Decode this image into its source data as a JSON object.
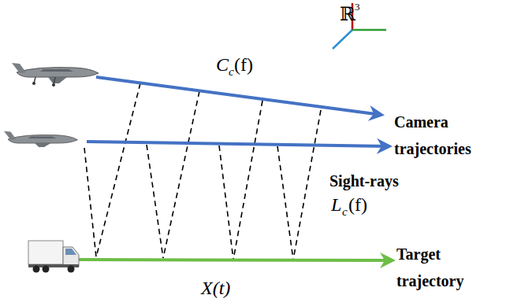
{
  "diagram": {
    "labels": [
      "C",
      "c",
      "(f)",
      "ℝ",
      "3",
      "Camera trajectories",
      "Sight-rays",
      "L",
      "c",
      "(f)",
      "Target trajectory",
      "X(t)"
    ]
  }
}
